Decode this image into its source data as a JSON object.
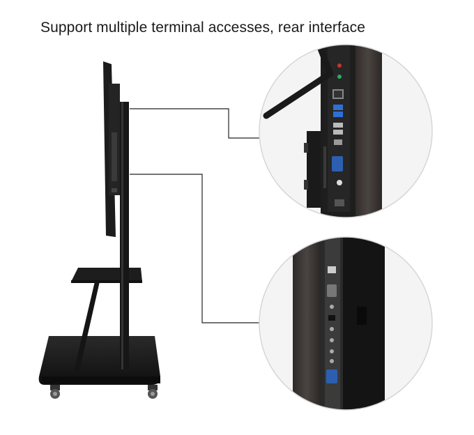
{
  "headline": "Support multiple terminal accesses, rear interface",
  "colors": {
    "background": "#ffffff",
    "frame": "#1c1c1c",
    "panel_edge": "#2a2a2a",
    "callout_line": "#222222",
    "usb_blue": "#2f6fd6",
    "vga_blue": "#2c5fb0",
    "wood_dark": "#3b3633"
  },
  "callouts": [
    {
      "id": "top-detail",
      "subject": "rear-interface-ports-and-antenna"
    },
    {
      "id": "bottom-detail",
      "subject": "side-interface-ports"
    }
  ]
}
